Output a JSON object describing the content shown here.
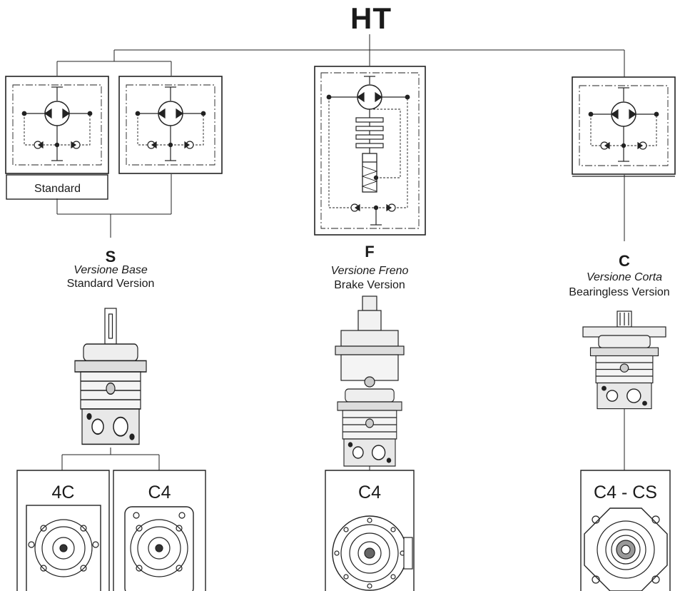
{
  "title": "HT",
  "standard_label": "Standard",
  "versions": {
    "s": {
      "code": "S",
      "name_it": "Versione Base",
      "name_en": "Standard Version"
    },
    "f": {
      "code": "F",
      "name_it": "Versione Freno",
      "name_en": "Brake Version"
    },
    "c": {
      "code": "C",
      "name_it": "Versione Corta",
      "name_en": "Bearingless Version"
    }
  },
  "flanges": {
    "s_left": "4C",
    "s_right": "C4",
    "f": "C4",
    "c": "C4 - CS"
  },
  "icons": [
    "hydraulic-schematic-icon",
    "brake-schematic-icon",
    "hydraulic-motor-icon",
    "motor-flange-icon"
  ]
}
